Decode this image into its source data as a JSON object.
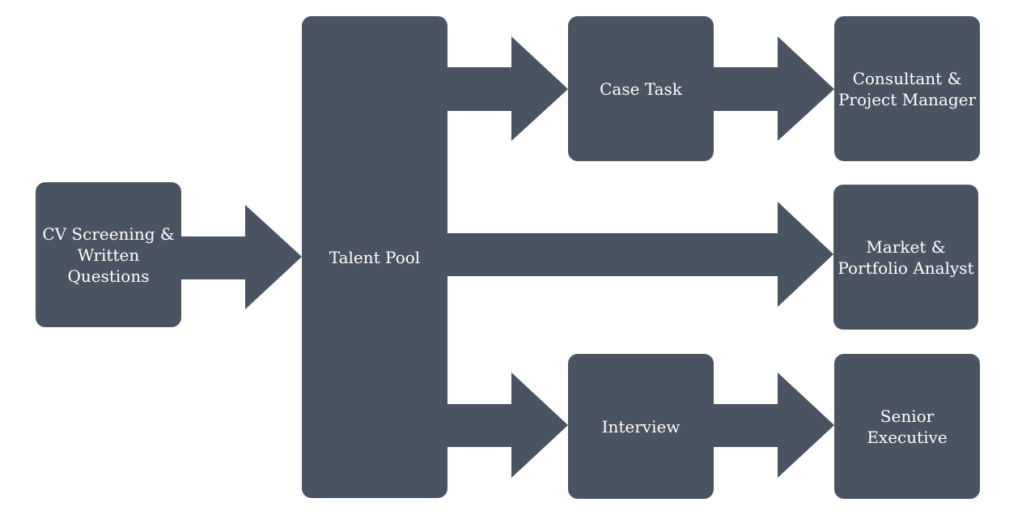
{
  "colors": {
    "node": "#4a5362",
    "text": "#ffffff",
    "background": "#ffffff"
  },
  "nodes": {
    "cv_screening": "CV Screening &\nWritten Questions",
    "talent_pool": "Talent Pool",
    "case_task": "Case Task",
    "interview": "Interview",
    "consultant": "Consultant &\nProject Manager",
    "market_analyst": "Market &\nPortfolio Analyst",
    "senior_executive": "Senior Executive"
  }
}
